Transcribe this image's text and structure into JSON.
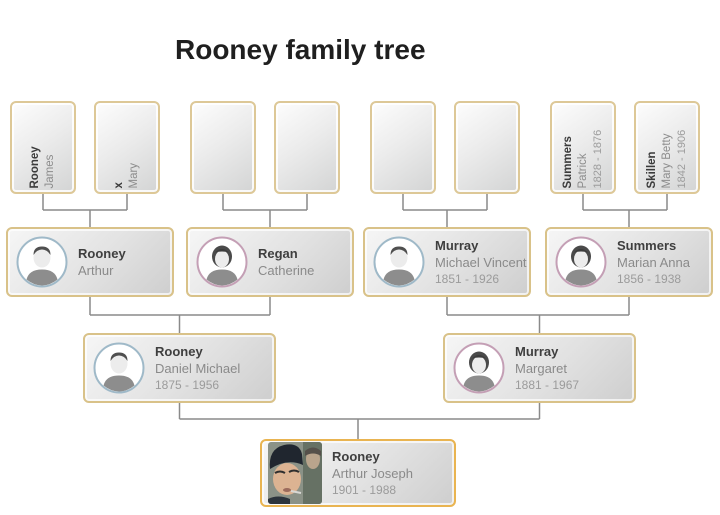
{
  "title": "Rooney family tree",
  "colors": {
    "card_border": "#d9c289",
    "vertical_card_border": "#ddc897",
    "highlight_border": "#e9b451",
    "male_ring": "#9fb9c8",
    "female_ring": "#c49fb5",
    "connector": "#8a8a8a",
    "surname_text": "#3f3f3f",
    "given_text": "#8a8a8a",
    "dates_text": "#9b9b9b"
  },
  "gen1": {
    "cards": [
      {
        "surname": "Rooney",
        "given": "James",
        "dates": ""
      },
      {
        "surname": "x",
        "given": "Mary",
        "dates": ""
      },
      {
        "surname": "",
        "given": "",
        "dates": ""
      },
      {
        "surname": "",
        "given": "",
        "dates": ""
      },
      {
        "surname": "",
        "given": "",
        "dates": ""
      },
      {
        "surname": "",
        "given": "",
        "dates": ""
      },
      {
        "surname": "Summers",
        "given": "Patrick",
        "dates": "1828 - 1876"
      },
      {
        "surname": "Skillen",
        "given": "Mary Betty",
        "dates": "1842 - 1906"
      }
    ]
  },
  "gen2": {
    "cards": [
      {
        "surname": "Rooney",
        "given": "Arthur",
        "dates": "",
        "gender": "male"
      },
      {
        "surname": "Regan",
        "given": "Catherine",
        "dates": "",
        "gender": "female"
      },
      {
        "surname": "Murray",
        "given": "Michael Vincent",
        "dates": "1851 - 1926",
        "gender": "male"
      },
      {
        "surname": "Summers",
        "given": "Marian Anna",
        "dates": "1856 - 1938",
        "gender": "female"
      }
    ]
  },
  "gen3": {
    "cards": [
      {
        "surname": "Rooney",
        "given": "Daniel Michael",
        "dates": "1875 - 1956",
        "gender": "male"
      },
      {
        "surname": "Murray",
        "given": "Margaret",
        "dates": "1881 - 1967",
        "gender": "female"
      }
    ]
  },
  "gen4": {
    "cards": [
      {
        "surname": "Rooney",
        "given": "Arthur Joseph",
        "dates": "1901 - 1988",
        "has_photo": true
      }
    ]
  }
}
